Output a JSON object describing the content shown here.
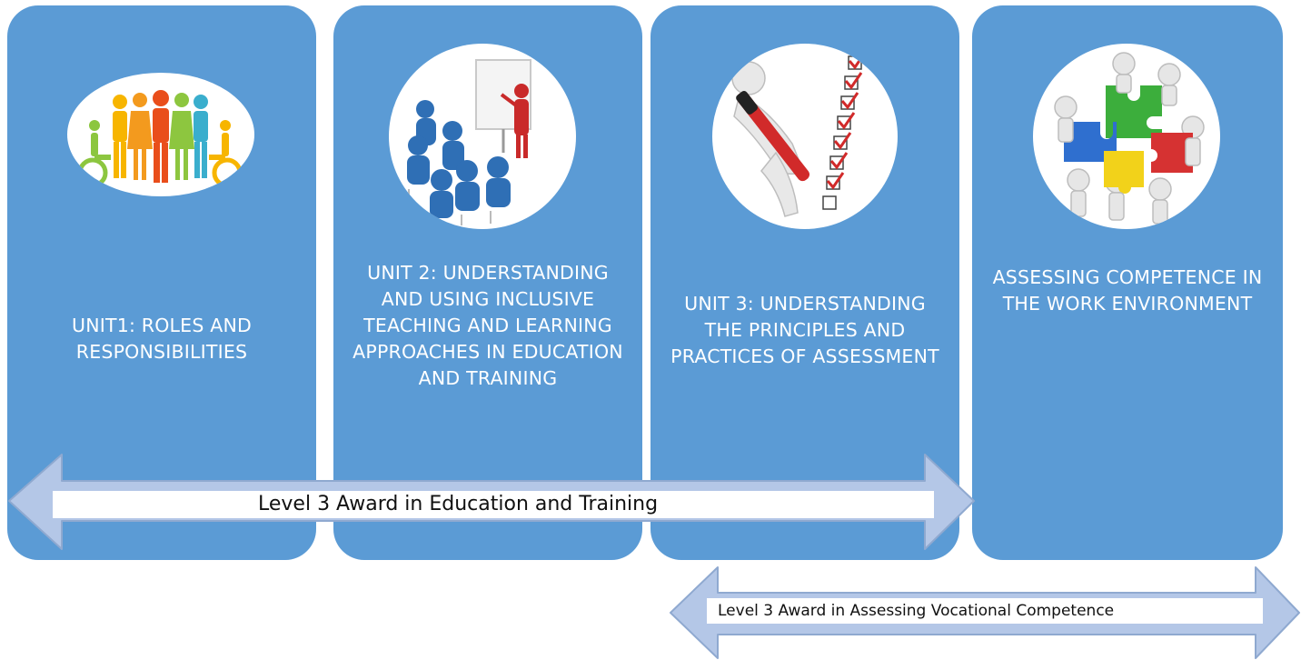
{
  "cards": [
    {
      "title": "UNIT1:  ROLES AND RESPONSIBILITIES",
      "image": "people-diversity-icon"
    },
    {
      "title": "UNIT 2: UNDERSTANDING AND USING INCLUSIVE TEACHING AND LEARNING APPROACHES IN EDUCATION AND TRAINING",
      "image": "classroom-presenter-icon"
    },
    {
      "title": "UNIT 3: UNDERSTANDING THE PRINCIPLES AND PRACTICES OF ASSESSMENT",
      "image": "checklist-pen-icon"
    },
    {
      "title": "ASSESSING COMPETENCE IN THE WORK ENVIRONMENT",
      "image": "puzzle-team-icon"
    }
  ],
  "arrows": [
    {
      "label": "Level 3 Award in Education and Training",
      "spans": "units 1-3"
    },
    {
      "label": "Level 3 Award in Assessing Vocational Competence",
      "spans": "unit 3 and assessing competence"
    }
  ],
  "colors": {
    "card": "#5b9bd5",
    "arrow_fill": "#b4c7e7",
    "arrow_stroke": "#8fa9d0",
    "text": "#ffffff"
  }
}
